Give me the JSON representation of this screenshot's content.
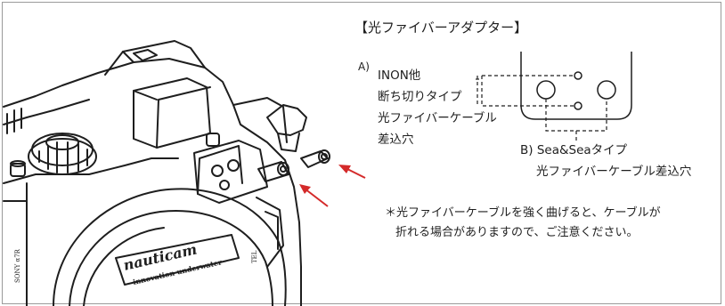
{
  "title": "【光ファイバーアダプター】",
  "callout_a": {
    "marker": "A)",
    "lines": [
      "INON他",
      "断ち切りタイプ",
      "光ファイバーケーブル",
      "差込穴"
    ]
  },
  "callout_b": {
    "lines": [
      "B) Sea&Seaタイプ",
      "光ファイバーケーブル差込穴"
    ]
  },
  "note": {
    "lines": [
      "＊光ファイバーケーブルを強く曲げると、ケーブルが",
      "折れる場合がありますので、ご注意ください。"
    ]
  },
  "housing_branding": {
    "logo": "nauticam",
    "tagline": "innovation underwater"
  },
  "colors": {
    "arrow": "#d42a2a",
    "line": "#222222",
    "frame": "#9a9a9a"
  }
}
